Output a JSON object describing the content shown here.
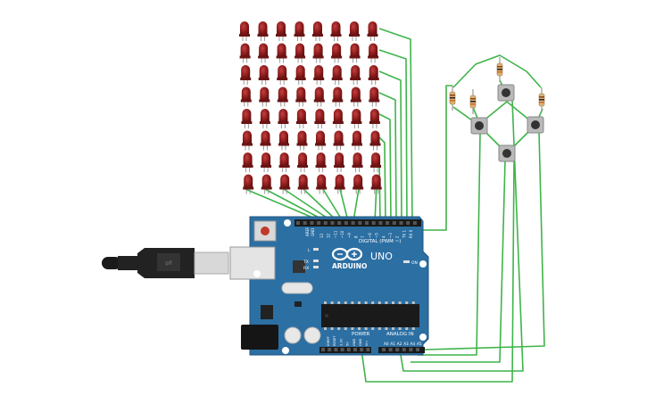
{
  "board": {
    "brand": "ARDUINO",
    "model": "UNO",
    "digital_header": "DIGITAL (PWM ~)",
    "power_header": "POWER",
    "analog_header": "ANALOG IN",
    "on_label": "ON",
    "tx_label": "TX",
    "rx_label": "RX",
    "l_label": "L",
    "aref_label": "AREF",
    "gnd_label": "GND",
    "digital_pins": [
      "13",
      "12",
      "~11",
      "~10",
      "~9",
      "8",
      "7",
      "~6",
      "~5",
      "4",
      "~3",
      "2",
      "TX 1",
      "RX 0"
    ],
    "power_pins": [
      "IOREF",
      "RESET",
      "3.3V",
      "5V",
      "GND",
      "GND",
      "Vin"
    ],
    "analog_pins": [
      "A0",
      "A1",
      "A2",
      "A3",
      "A4",
      "A5"
    ]
  },
  "components": {
    "led_matrix": {
      "rows": 8,
      "cols": 8,
      "color": "#8b1a1a"
    },
    "buttons": [
      "button-top",
      "button-left",
      "button-right",
      "button-bottom"
    ],
    "resistors": 4
  },
  "colors": {
    "board": "#2c6fa3",
    "wire": "#3fb44a",
    "led": "#8b1a1a"
  }
}
